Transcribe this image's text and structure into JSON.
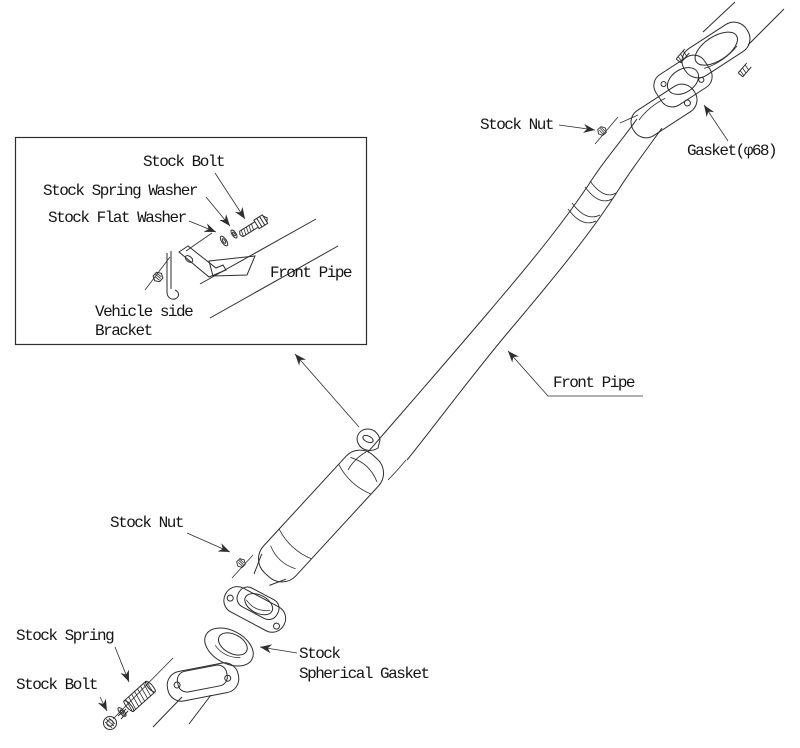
{
  "page": {
    "background": "#ffffff",
    "line_color": "#2e2e2e",
    "text_color": "#151515"
  },
  "inset": {
    "labels": {
      "stock_bolt": "Stock Bolt",
      "stock_spring_washer": "Stock Spring Washer",
      "stock_flat_washer": "Stock Flat Washer",
      "front_pipe": "Front Pipe",
      "vehicle_side_line1": "Vehicle side",
      "vehicle_side_line2": "Bracket"
    }
  },
  "main": {
    "labels": {
      "stock_nut_top": "Stock Nut",
      "gasket_phi": "Gasket(φ68)",
      "front_pipe": "Front Pipe",
      "stock_nut_mid": "Stock Nut",
      "stock_spring": "Stock Spring",
      "stock_bolt": "Stock Bolt",
      "spherical_gasket_line1": "Stock",
      "spherical_gasket_line2": "Spherical Gasket"
    }
  }
}
